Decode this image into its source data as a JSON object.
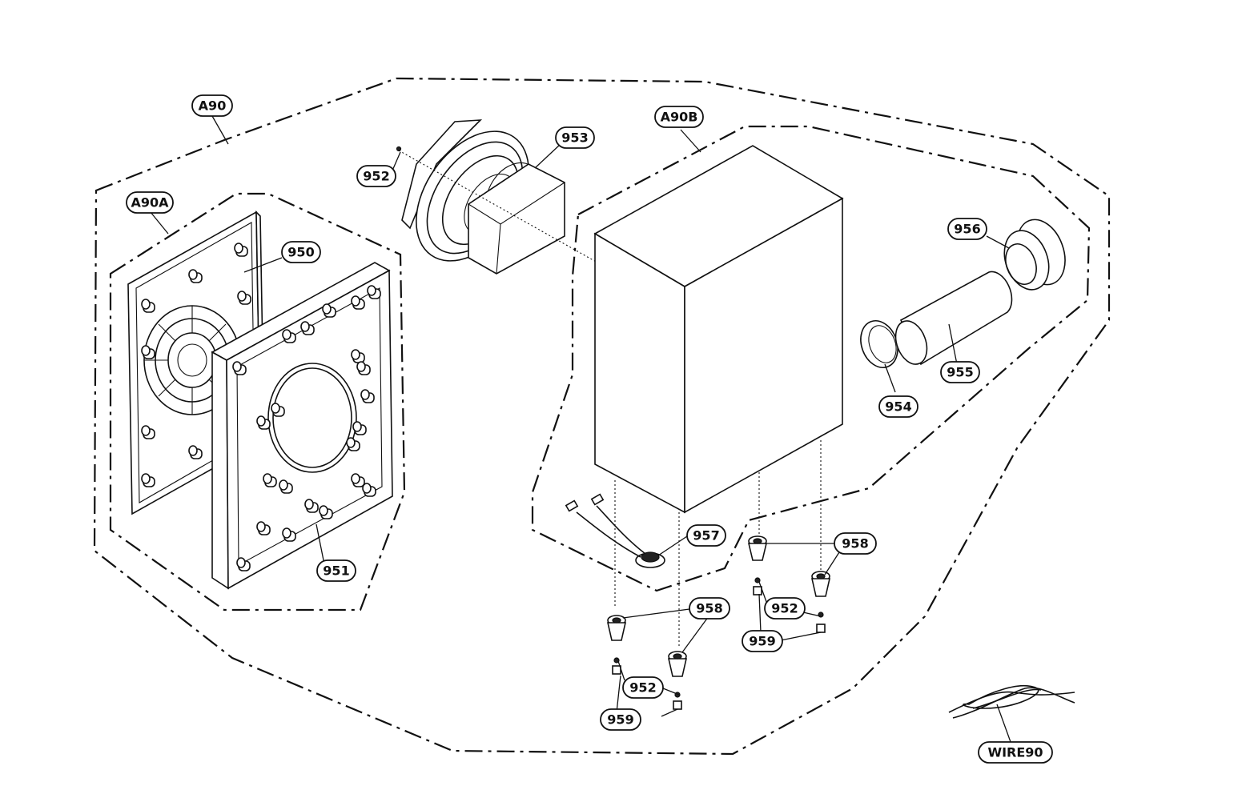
{
  "labels": {
    "a90": "A90",
    "a90a": "A90A",
    "a90b": "A90B",
    "p950": "950",
    "p951": "951",
    "p952_top": "952",
    "p952_mid": "952",
    "p952_right": "952",
    "p953": "953",
    "p954": "954",
    "p955": "955",
    "p956": "956",
    "p957": "957",
    "p958_right": "958",
    "p958_mid": "958",
    "p959_mid": "959",
    "p959_right": "959",
    "wire90": "WIRE90"
  }
}
